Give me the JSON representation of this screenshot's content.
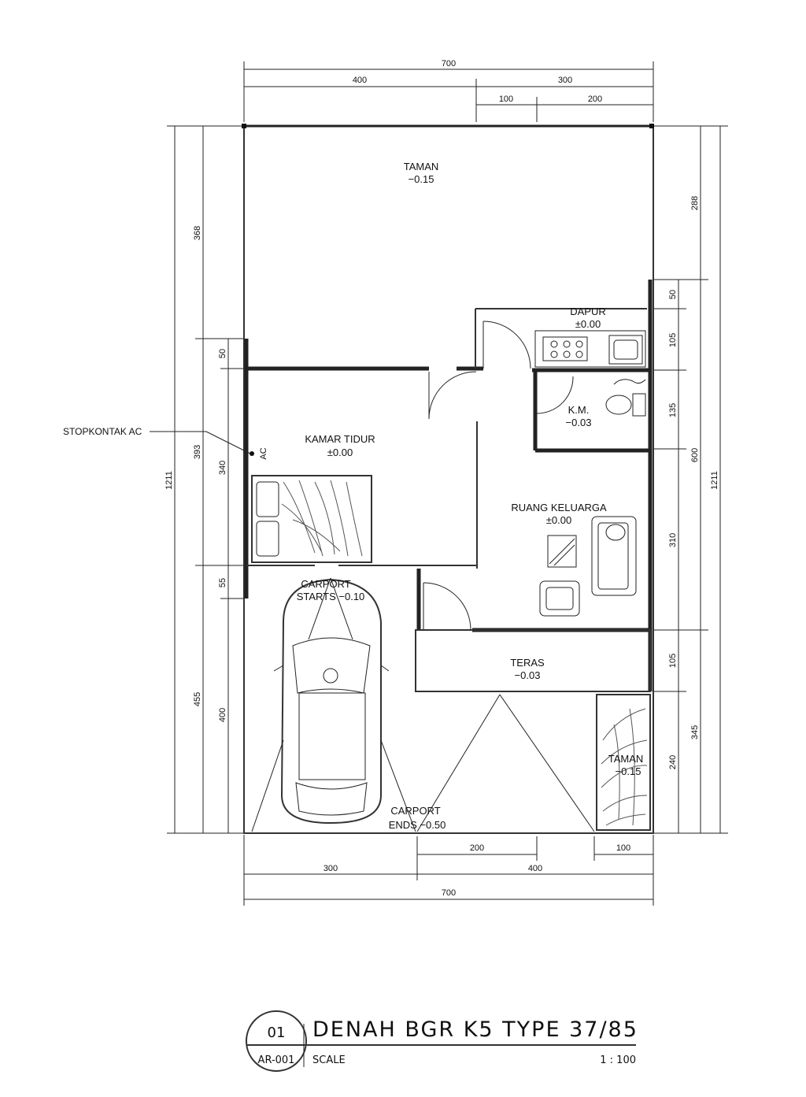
{
  "drawing": {
    "title": "DENAH BGR K5 TYPE 37/85",
    "detail_number": "01",
    "sheet_number": "AR-001",
    "scale_label": "SCALE",
    "scale_value": "1 : 100"
  },
  "rooms": {
    "taman_top": {
      "name": "TAMAN",
      "level": "−0.15"
    },
    "dapur": {
      "name": "DAPUR",
      "level": "±0.00"
    },
    "kamar_tidur": {
      "name": "KAMAR  TIDUR",
      "level": "±0.00"
    },
    "km": {
      "name": "K.M.",
      "level": "−0.03"
    },
    "ruang_keluarga": {
      "name": "RUANG  KELUARGA",
      "level": "±0.00"
    },
    "carport_starts": {
      "name": "CARPORT",
      "level": "STARTS  −0.10"
    },
    "teras": {
      "name": "TERAS",
      "level": "−0.03"
    },
    "taman_bottom": {
      "name": "TAMAN",
      "level": "−0.15"
    },
    "carport_ends": {
      "name": "CARPORT",
      "level": "ENDS  −0.50"
    }
  },
  "annotations": {
    "stopkontak": "STOPKONTAK  AC",
    "ac_label": "AC"
  },
  "dimensions": {
    "top_total": "700",
    "top_left": "400",
    "top_right": "300",
    "top_sub_100": "100",
    "top_sub_200": "200",
    "bottom_total": "700",
    "bottom_left": "300",
    "bottom_right": "400",
    "bottom_sub_200": "200",
    "bottom_sub_100": "100",
    "left_total": "1211",
    "left_368": "368",
    "left_393": "393",
    "left_455": "455",
    "left_50": "50",
    "left_340": "340",
    "left_55": "55",
    "left_400": "400",
    "right_total": "1211",
    "right_288": "288",
    "right_600": "600",
    "right_345": "345",
    "right_50": "50",
    "right_105a": "105",
    "right_135": "135",
    "right_310": "310",
    "right_105b": "105",
    "right_240": "240"
  }
}
